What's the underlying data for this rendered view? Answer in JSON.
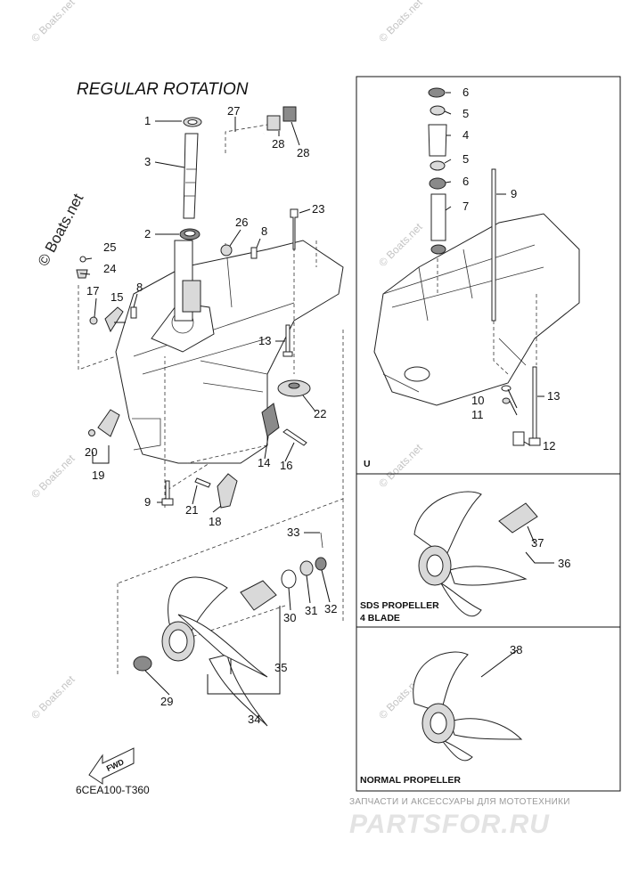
{
  "title": "REGULAR ROTATION",
  "diagram_code": "6CEA100-T360",
  "watermark": {
    "boats_net_symbol": "©",
    "boats_net_text": "Boats.net",
    "copyright_text": "© Boats.net"
  },
  "brand": {
    "subtitle": "ЗАПЧАСТИ И АКСЕССУАРЫ ДЛЯ МОТОТЕХНИКИ",
    "logo": "PARTSFOR.RU"
  },
  "fwd_label": "FWD",
  "panels": {
    "u": {
      "label": "U"
    },
    "sds": {
      "label_line1": "SDS PROPELLER",
      "label_line2": "4 BLADE"
    },
    "normal": {
      "label": "NORMAL PROPELLER"
    }
  },
  "callouts": {
    "c1": "1",
    "c2": "2",
    "c3": "3",
    "c8a": "8",
    "c8b": "8",
    "c9": "9",
    "c13": "13",
    "c14": "14",
    "c15": "15",
    "c16": "16",
    "c17": "17",
    "c18": "18",
    "c19": "19",
    "c20": "20",
    "c21": "21",
    "c22": "22",
    "c23": "23",
    "c24": "24",
    "c25": "25",
    "c26": "26",
    "c27": "27",
    "c28a": "28",
    "c28b": "28",
    "c29": "29",
    "c30": "30",
    "c31": "31",
    "c32": "32",
    "c33": "33",
    "c34": "34",
    "c35": "35",
    "u6a": "6",
    "u5a": "5",
    "u4": "4",
    "u5b": "5",
    "u6b": "6",
    "u7": "7",
    "u9": "9",
    "u10": "10",
    "u11": "11",
    "u12": "12",
    "u13": "13",
    "s36": "36",
    "s37": "37",
    "n38": "38"
  }
}
